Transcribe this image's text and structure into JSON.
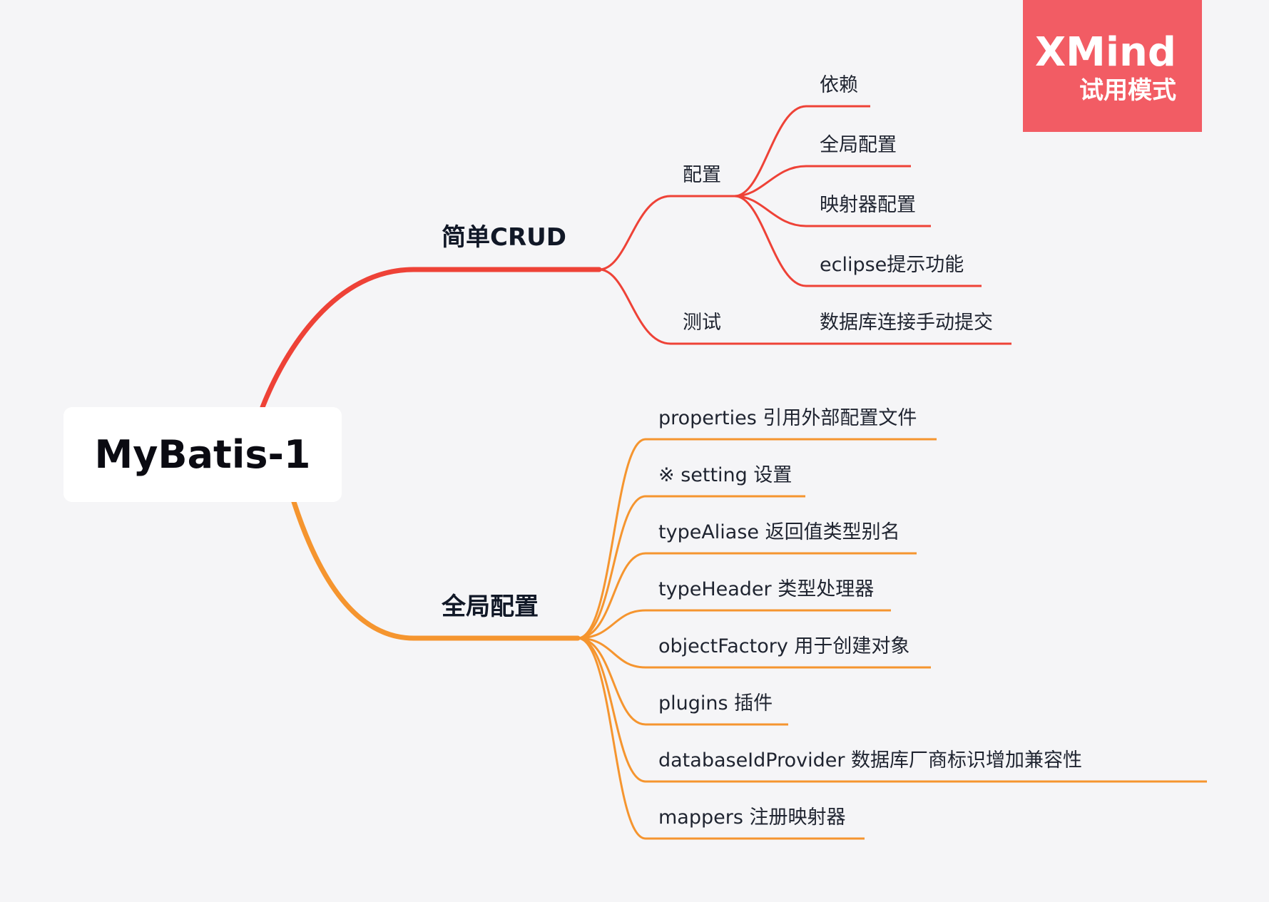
{
  "root": {
    "label": "MyBatis-1"
  },
  "branches": [
    {
      "label": "简单CRUD",
      "color": "#ee4237",
      "children": [
        {
          "label": "配置",
          "children": [
            {
              "label": "依赖"
            },
            {
              "label": "全局配置"
            },
            {
              "label": "映射器配置"
            },
            {
              "label": "eclipse提示功能"
            }
          ]
        },
        {
          "label": "测试",
          "children": [
            {
              "label": "数据库连接手动提交"
            }
          ]
        }
      ]
    },
    {
      "label": "全局配置",
      "color": "#f5952f",
      "children": [
        {
          "label": "properties 引用外部配置文件"
        },
        {
          "label": "※ setting 设置"
        },
        {
          "label": "typeAliase 返回值类型别名"
        },
        {
          "label": "typeHeader 类型处理器"
        },
        {
          "label": "objectFactory 用于创建对象"
        },
        {
          "label": "plugins 插件"
        },
        {
          "label": "databaseIdProvider 数据库厂商标识增加兼容性"
        },
        {
          "label": "mappers 注册映射器"
        }
      ]
    }
  ],
  "watermark": {
    "line1": "XMind",
    "line2": "试用模式",
    "color": "#f25c64"
  }
}
